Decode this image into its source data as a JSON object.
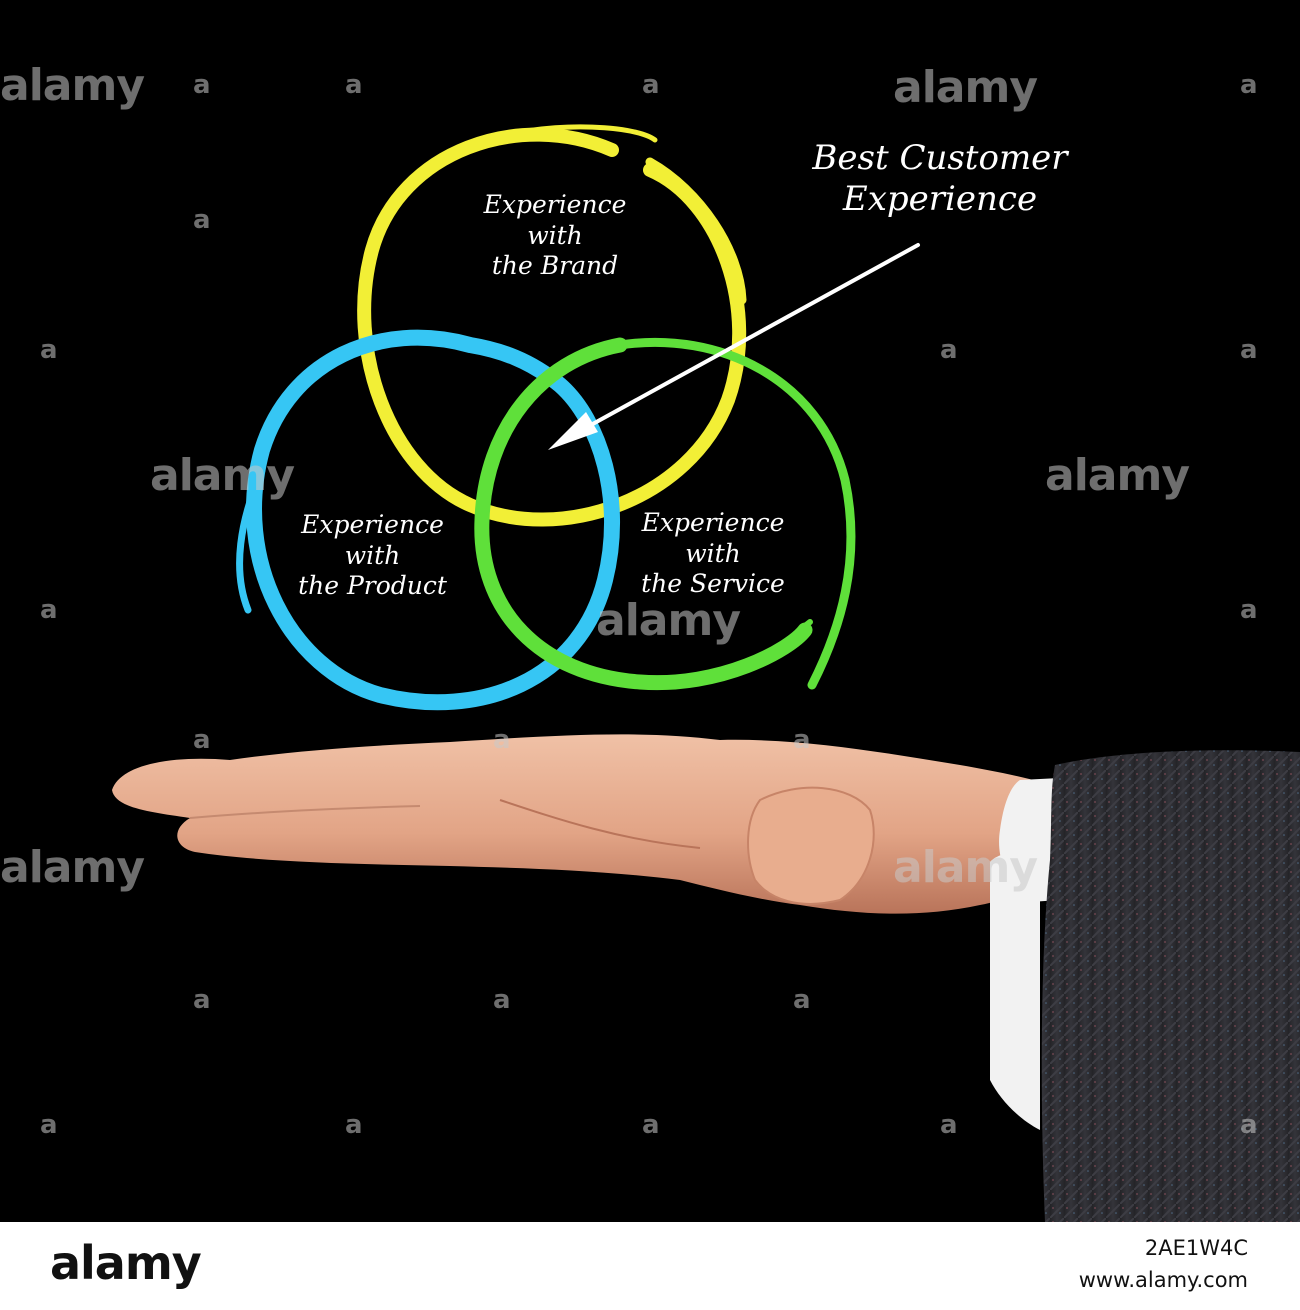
{
  "diagram": {
    "circles": [
      {
        "label_lines": [
          "Experience",
          "with",
          "the Brand"
        ],
        "color": "#f2ef36"
      },
      {
        "label_lines": [
          "Experience",
          "with",
          "the Product"
        ],
        "color": "#36c6f4"
      },
      {
        "label_lines": [
          "Experience",
          "with",
          "the Service"
        ],
        "color": "#5fe03a"
      }
    ],
    "callout_lines": [
      "Best Customer",
      "Experience"
    ],
    "arrow_color": "#ffffff"
  },
  "watermark": {
    "text": "alamy",
    "small_mark": "a"
  },
  "footer": {
    "logo": "alamy",
    "image_id": "2AE1W4C",
    "site": "www.alamy.com"
  },
  "colors": {
    "background": "#000000",
    "skin": "#e2a486",
    "sleeve": "#2b2b2f",
    "cuff": "#f2f2f2"
  }
}
